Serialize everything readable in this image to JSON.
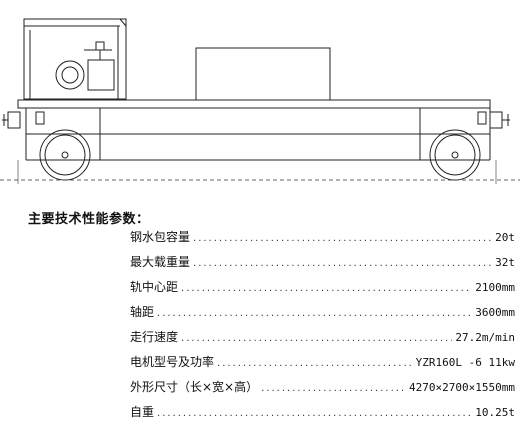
{
  "spec_title": "主要技术性能参数：",
  "specs": [
    {
      "label": "钢水包容量",
      "value": "20t"
    },
    {
      "label": "最大载重量",
      "value": "32t"
    },
    {
      "label": "轨中心距",
      "value": "2100mm"
    },
    {
      "label": "轴距",
      "value": "3600mm"
    },
    {
      "label": "走行速度",
      "value": "27.2m/min"
    },
    {
      "label": "电机型号及功率",
      "value": "YZR160L -6 11kw"
    },
    {
      "label": "外形尺寸（长×宽×高）",
      "value": "4270×2700×1550mm"
    },
    {
      "label": "自重",
      "value": "10.25t"
    }
  ],
  "colors": {
    "line": "#222222",
    "background": "#ffffff"
  }
}
